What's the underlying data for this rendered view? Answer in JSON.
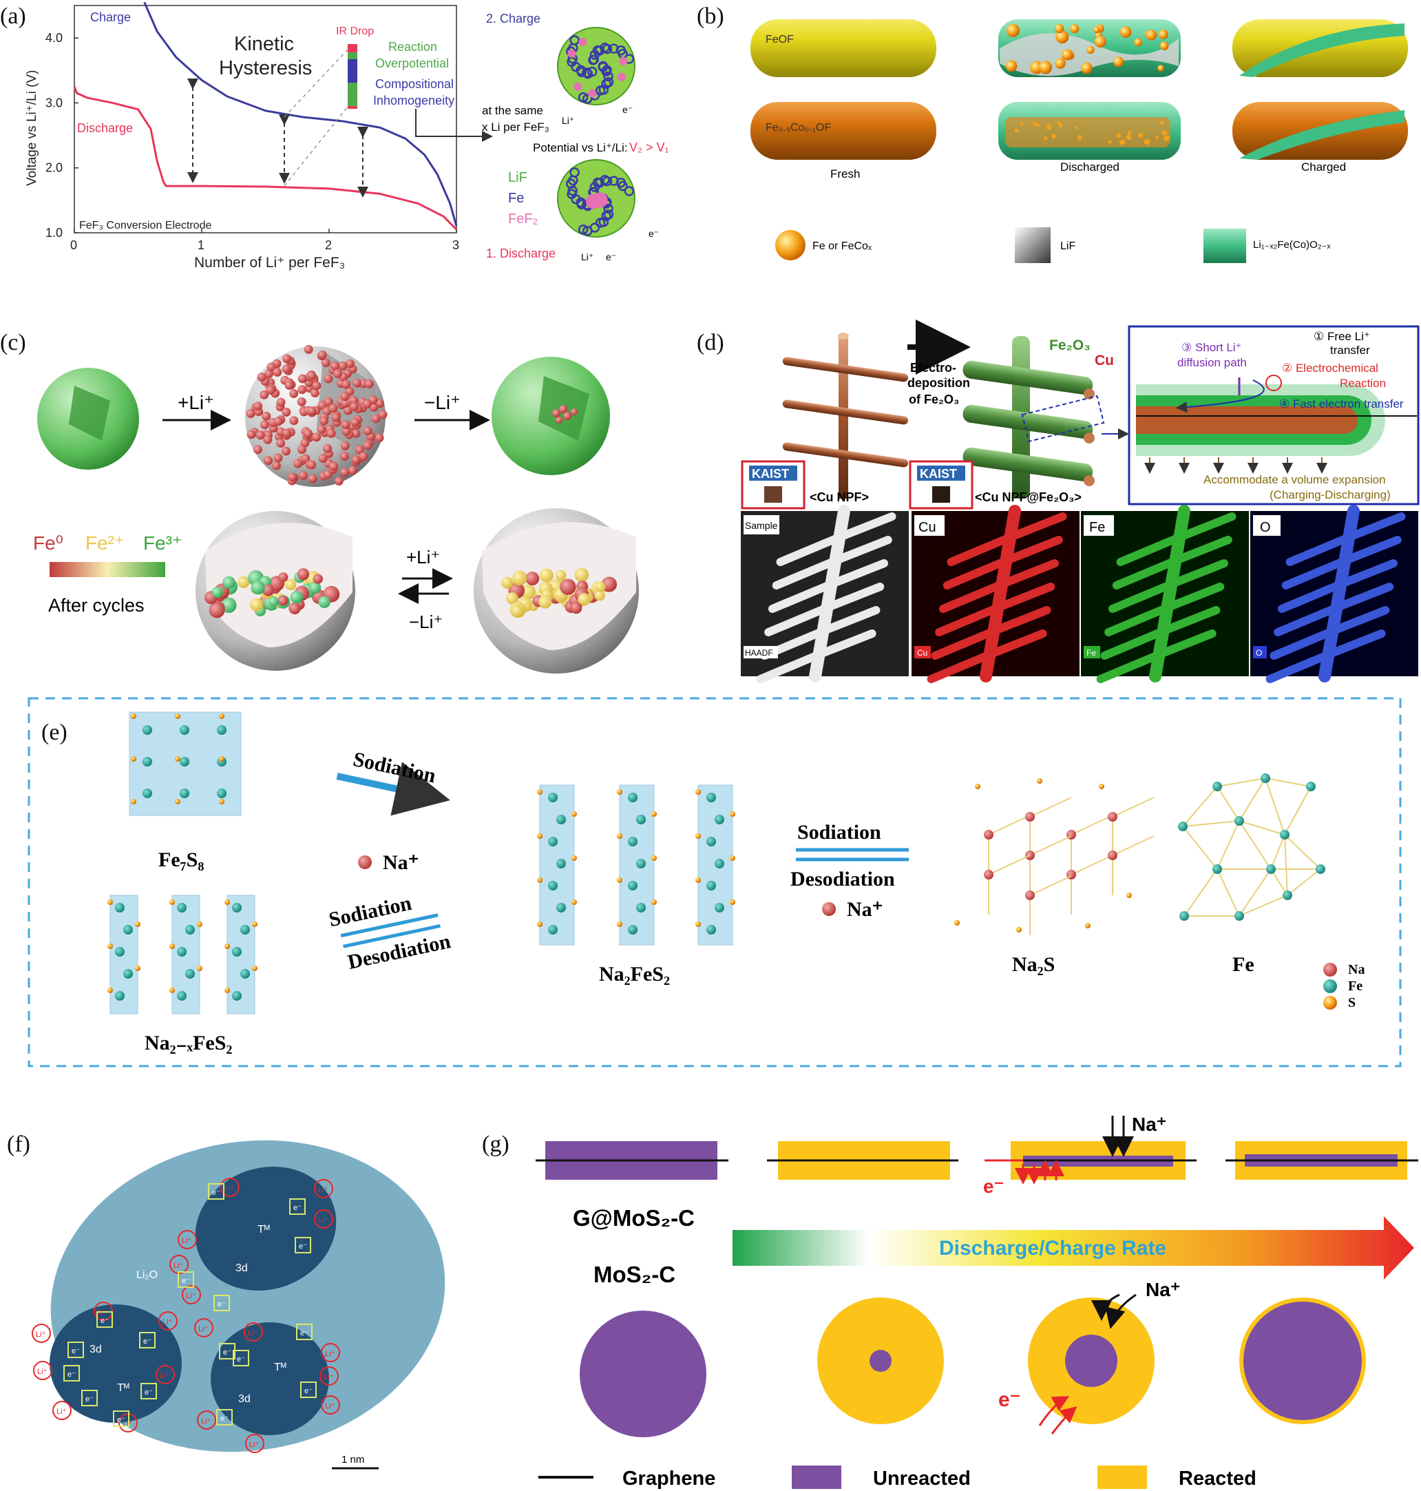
{
  "panels": {
    "a": {
      "label": "(a)"
    },
    "b": {
      "label": "(b)"
    },
    "c": {
      "label": "(c)"
    },
    "d": {
      "label": "(d)"
    },
    "e": {
      "label": "(e)"
    },
    "f": {
      "label": "(f)"
    },
    "g": {
      "label": "(g)"
    }
  },
  "a": {
    "charge_label": "Charge",
    "discharge_label": "Discharge",
    "kinetic": "Kinetic",
    "hysteresis": "Hysteresis",
    "ir_drop": "IR Drop",
    "reaction": "Reaction",
    "overpotential": "Overpotential",
    "compositional": "Compositional",
    "inhomogeneity": "Inhomogeneity",
    "electrode_label": "FeF₃ Conversion Electrode",
    "same_1": "at the same",
    "same_2": "x Li per FeF₃",
    "potential_prefix": "Potential vs Li⁺/Li:",
    "potential_rel": "V₂ > V₁",
    "step_charge": "2. Charge",
    "step_discharge": "1. Discharge",
    "legend_lif": "LiF",
    "legend_fe": "Fe",
    "legend_fef2": "FeF₂",
    "li_plus": "Li⁺",
    "e_minus": "e⁻"
  },
  "chart_data": {
    "type": "line",
    "xlabel": "Number of Li⁺ per FeF₃",
    "ylabel": "Voltage vs Li⁺/Li (V)",
    "xlim": [
      0,
      3
    ],
    "ylim": [
      1.0,
      4.5
    ],
    "xticks": [
      "0",
      "1",
      "2",
      "3"
    ],
    "yticks": [
      "1.0",
      "2.0",
      "3.0",
      "4.0"
    ],
    "series": [
      {
        "name": "Charge",
        "color": "#3b3b9f",
        "x": [
          0.55,
          0.65,
          0.8,
          1.0,
          1.2,
          1.5,
          1.8,
          2.1,
          2.4,
          2.6,
          2.75,
          2.85,
          2.95,
          3.0
        ],
        "y": [
          4.55,
          4.1,
          3.7,
          3.35,
          3.1,
          2.88,
          2.78,
          2.72,
          2.62,
          2.45,
          2.2,
          1.9,
          1.45,
          1.1
        ]
      },
      {
        "name": "Discharge",
        "color": "#e8365a",
        "x": [
          0.0,
          0.02,
          0.1,
          0.3,
          0.5,
          0.6,
          0.65,
          0.7,
          0.72,
          1.0,
          1.5,
          2.0,
          2.4,
          2.7,
          2.9,
          3.0
        ],
        "y": [
          3.25,
          3.15,
          3.08,
          3.0,
          2.9,
          2.6,
          2.1,
          1.78,
          1.72,
          1.72,
          1.71,
          1.68,
          1.6,
          1.45,
          1.25,
          1.05
        ]
      }
    ]
  },
  "b": {
    "rod1": "FeOF",
    "rod2": "Fe₀.₉Co₀.₁OF",
    "fresh": "Fresh",
    "discharged": "Discharged",
    "charged": "Charged",
    "leg1": "Fe or FeCoₓ",
    "leg2": "LiF",
    "leg3": "Li₁₋ₓ₂Fe(Co)O₂₋ₓ"
  },
  "c": {
    "plus_li": "+Li⁺",
    "minus_li": "−Li⁺",
    "fe0": "Fe⁰",
    "fe2": "Fe²⁺",
    "fe3": "Fe³⁺",
    "after": "After cycles"
  },
  "d": {
    "electro1": "Electro-",
    "electro2": "deposition",
    "electro3": "of Fe₂O₃",
    "fe2o3": "Fe₂O₃",
    "cu": "Cu",
    "kaist": "KAIST",
    "cu_npf": "<Cu NPF>",
    "cu_npf_fe": "<Cu NPF@Fe₂O₃>",
    "free_li_1": "① Free Li⁺",
    "free_li_2": "transfer",
    "short_li_1": "③ Short Li⁺",
    "short_li_2": "diffusion path",
    "echem_1": "② Electrochemical",
    "echem_2": "Reaction",
    "fast": "④ Fast electron transfer",
    "accom_1": "Accommodate a volume expansion",
    "accom_2": "(Charging-Discharging)",
    "map_sample": "Sample",
    "map_cu": "Cu",
    "map_fe": "Fe",
    "map_o": "O",
    "map_haadf": "HAADF",
    "map_cu_tag": "Cu",
    "map_fe_tag": "Fe",
    "map_o_tag": "O"
  },
  "e": {
    "fe7s8": "Fe₇S₈",
    "na2xfes2": "Na₂₋ₓFeS₂",
    "na2fes2": "Na₂FeS₂",
    "na2s": "Na₂S",
    "fe": "Fe",
    "sodiation": "Sodiation",
    "desodiation": "Desodiation",
    "na_plus": "Na⁺",
    "leg_na": "Na",
    "leg_fe": "Fe",
    "leg_s": "S"
  },
  "f": {
    "li2o": "Li₂O",
    "tm": "Tᴹ",
    "d3": "3d",
    "li": "Li⁺",
    "e": "e⁻",
    "scale": "1 nm"
  },
  "g": {
    "gmos2": "G@MoS₂-C",
    "mos2": "MoS₂-C",
    "rate": "Discharge/Charge Rate",
    "na_plus": "Na⁺",
    "e_minus": "e⁻",
    "leg_graphene": "Graphene",
    "leg_unreacted": "Unreacted",
    "leg_reacted": "Reacted",
    "colors": {
      "unreacted": "#7d4fa1",
      "reacted": "#fcc419"
    }
  }
}
